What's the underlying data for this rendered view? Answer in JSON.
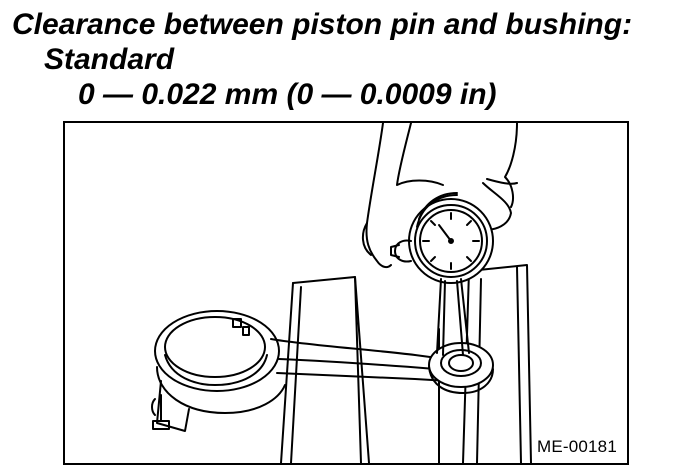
{
  "heading": "Clearance between piston pin and bushing:",
  "subheading": "Standard",
  "spec_value": "0 — 0.022 mm (0 — 0.0009 in)",
  "figure": {
    "code": "ME-00181"
  }
}
